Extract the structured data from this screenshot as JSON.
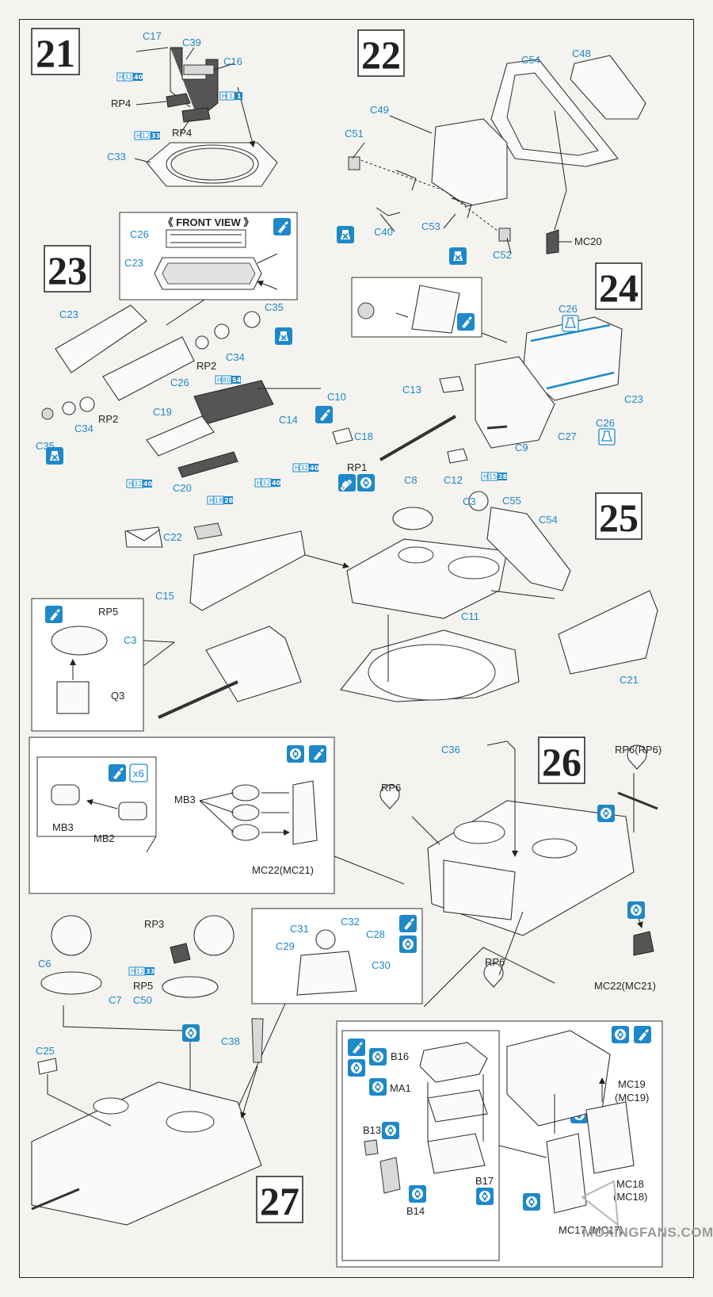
{
  "steps": {
    "s21": "21",
    "s22": "22",
    "s23": "23",
    "s24": "24",
    "s25": "25",
    "s26": "26",
    "s27": "27"
  },
  "front_view": "《 FRONT VIEW 》",
  "labels": {
    "c17": "C17",
    "c39": "C39",
    "c16": "C16",
    "rp4a": "RP4",
    "rp4b": "RP4",
    "c33": "C33",
    "c54a": "C54",
    "c48": "C48",
    "c49": "C49",
    "c51": "C51",
    "c40": "C40",
    "c53": "C53",
    "c52": "C52",
    "mc20": "MC20",
    "c26a": "C26",
    "c23a": "C23",
    "c23b": "C23",
    "c35a": "C35",
    "c34a": "C34",
    "rp2a": "RP2",
    "c26b": "C26",
    "rp2b": "RP2",
    "c35b": "C35",
    "c34b": "C34",
    "c19": "C19",
    "c10": "C10",
    "c14": "C14",
    "c18": "C18",
    "c20": "C20",
    "c26c": "C26",
    "c23c": "C23",
    "c26d": "C26",
    "c13": "C13",
    "c27": "C27",
    "c9": "C9",
    "c8": "C8",
    "c12": "C12",
    "rp1": "RP1",
    "c3a": "C3",
    "c55": "C55",
    "c54b": "C54",
    "c22": "C22",
    "c15": "C15",
    "c11": "C11",
    "c21": "C21",
    "rp5a": "RP5",
    "c3b": "C3",
    "q3": "Q3",
    "mb3a": "MB3",
    "mb3b": "MB3",
    "mb2": "MB2",
    "mc22a": "MC22(MC21)",
    "x6": "x6",
    "c36": "C36",
    "rp6a": "RP6(RP6)",
    "rp6b": "RP6",
    "rp6c": "RP6",
    "mc22b": "MC22(MC21)",
    "c6": "C6",
    "c7": "C7",
    "rp3": "RP3",
    "rp5b": "RP5",
    "c50": "C50",
    "c31": "C31",
    "c32": "C32",
    "c28": "C28",
    "c29": "C29",
    "c30": "C30",
    "c25": "C25",
    "c38": "C38",
    "b16": "B16",
    "ma1": "MA1",
    "b13": "B13",
    "b17": "B17",
    "b14": "B14",
    "mc19a": "MC19",
    "mc19b": "(MC19)",
    "mc18a": "MC18",
    "mc18b": "(MC18)",
    "mc17": "MC17 (MC17)"
  },
  "color_codes": {
    "h3240": [
      "H",
      "32",
      "40"
    ],
    "h11": [
      "H",
      "1",
      "1"
    ],
    "h1233": [
      "H",
      "12",
      "33"
    ],
    "h8054": [
      "H",
      "80",
      "54"
    ],
    "h1828": [
      "H",
      "18",
      "28"
    ],
    "h1528": [
      "H",
      "15",
      "28"
    ]
  },
  "watermark": "MOXINGFANS.COM",
  "icons": [
    "glue-icon",
    "cement-icon",
    "optional-icon",
    "option-choice-icon",
    "no-glue-icon",
    "paint-icon"
  ],
  "colors": {
    "accent": "#1e88c8",
    "ink": "#222222"
  }
}
